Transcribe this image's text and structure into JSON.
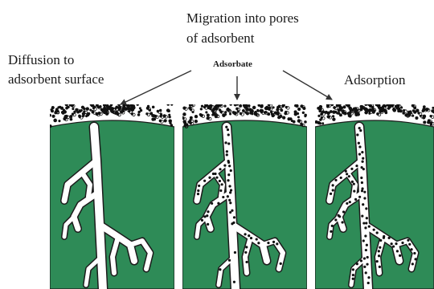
{
  "labels": {
    "migration_line1": "Migration into pores",
    "migration_line2": "of adsorbent",
    "adsorbate": "Adsorbate",
    "diffusion_line1": "Diffusion to",
    "diffusion_line2": "adsorbent surface",
    "adsorption": "Adsorption"
  },
  "colors": {
    "adsorbent": "#2e8b57",
    "pore": "#ffffff",
    "particle": "#111111",
    "outline": "#1c1c1c",
    "arrow": "#333333"
  },
  "stages": [
    {
      "name": "diffusion",
      "pore_fill": "empty"
    },
    {
      "name": "migration",
      "pore_fill": "partial"
    },
    {
      "name": "adsorption",
      "pore_fill": "full"
    }
  ]
}
